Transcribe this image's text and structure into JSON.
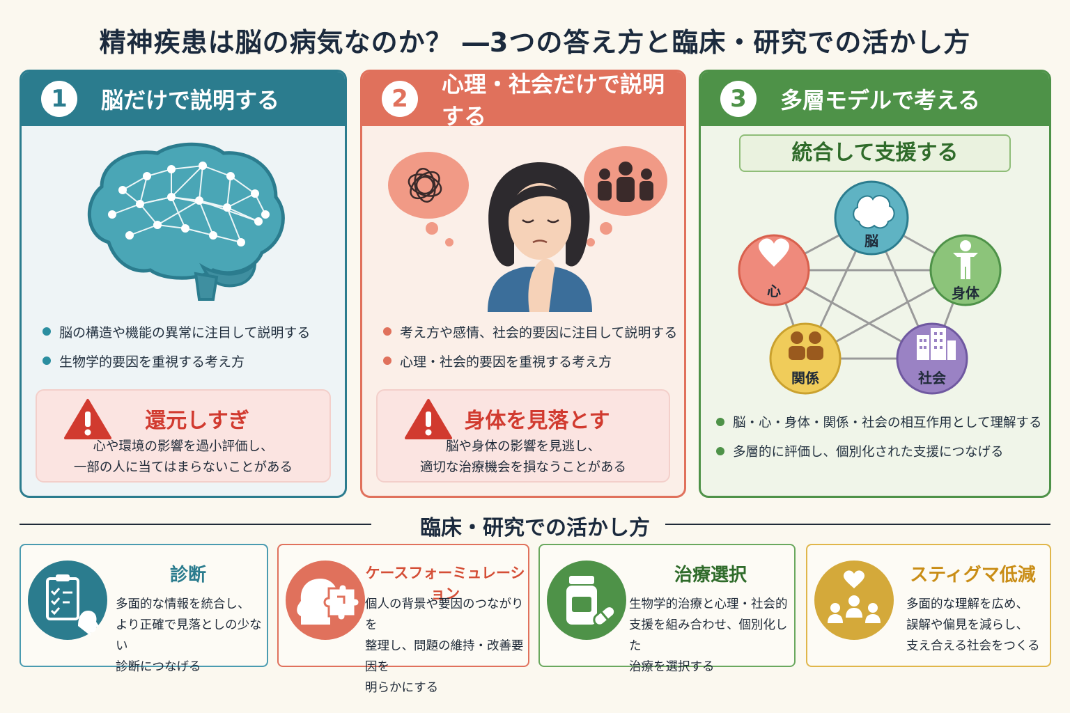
{
  "title": "精神疾患は脳の病気なのか？ ―3つの答え方と臨床・研究での活かし方",
  "colors": {
    "teal": "#2b7c8e",
    "coral": "#e0715c",
    "green": "#4e9248",
    "gold": "#d4a93a",
    "warning_red": "#d13a2f"
  },
  "cards": [
    {
      "number": "1",
      "title": "脳だけで説明する",
      "bullets": [
        "脳の構造や機能の異常に注目して説明する",
        "生物学的要因を重視する考え方"
      ],
      "warning": {
        "title": "還元しすぎ",
        "lines": [
          "心や環境の影響を過小評価し、",
          "一部の人に当てはまらないことがある"
        ]
      }
    },
    {
      "number": "2",
      "title": "心理・社会だけで説明する",
      "bullets": [
        "考え方や感情、社会的要因に注目して説明する",
        "心理・社会的要因を重視する考え方"
      ],
      "warning": {
        "title": "身体を見落とす",
        "lines": [
          "脳や身体の影響を見逃し、",
          "適切な治療機会を損なうことがある"
        ]
      }
    },
    {
      "number": "3",
      "title": "多層モデルで考える",
      "banner": "統合して支援する",
      "nodes": [
        {
          "label": "脳",
          "icon": "brain-icon",
          "color": "#5fb3c3"
        },
        {
          "label": "心",
          "icon": "heart-icon",
          "color": "#ef8a7c"
        },
        {
          "label": "身体",
          "icon": "person-icon",
          "color": "#8cc47a"
        },
        {
          "label": "関係",
          "icon": "people-icon",
          "color": "#f0cc5a"
        },
        {
          "label": "社会",
          "icon": "building-icon",
          "color": "#9a82c4"
        }
      ],
      "bullets": [
        "脳・心・身体・関係・社会の相互作用として理解する",
        "多層的に評価し、個別化された支援につなげる"
      ]
    }
  ],
  "section_title": "臨床・研究での活かし方",
  "applications": [
    {
      "title": "診断",
      "icon": "clipboard-icon",
      "lines": [
        "多面的な情報を統合し、",
        "より正確で見落としの少ない",
        "診断につなげる"
      ]
    },
    {
      "title": "ケースフォーミュレーション",
      "icon": "puzzle-head-icon",
      "lines": [
        "個人の背景や要因のつながりを",
        "整理し、問題の維持・改善要因を",
        "明らかにする"
      ]
    },
    {
      "title": "治療選択",
      "icon": "medicine-icon",
      "lines": [
        "生物学的治療と心理・社会的",
        "支援を組み合わせ、個別化した",
        "治療を選択する"
      ]
    },
    {
      "title": "スティグマ低減",
      "icon": "community-heart-icon",
      "lines": [
        "多面的な理解を広め、",
        "誤解や偏見を減らし、",
        "支え合える社会をつくる"
      ]
    }
  ]
}
